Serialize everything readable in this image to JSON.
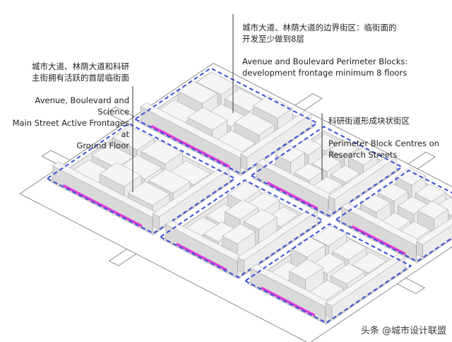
{
  "annotations": {
    "left_cn": "城市大道、林荫大道和科研\n主街拥有活跃的首层临街面",
    "left_en": "Avenue, Boulevard and Science\nMain Street Active Frontages at\nGround  Floor",
    "top_cn": "城市大道、林荫大道的边界街区：临街面的\n开发至少做到8层",
    "top_en": "Avenue and Boulevard Perimeter Blocks:\ndevelopment frontage minimum 8 floors",
    "right_cn": "科研街道形成块状街区",
    "right_en": "Perimeter Block Centres on\nResearch Streets"
  },
  "watermark": "头条 @城市设计联盟",
  "colors": {
    "perimeter_dash": "#3b4fd8",
    "active_frontage": "#e23bd8",
    "street": "#ffffff",
    "street_edge": "#8c8c8c",
    "block_ground": "#e8e8e8",
    "building_top": "#f5f5f5",
    "building_side": "#d9d9d9",
    "leader_line": "#333333"
  }
}
